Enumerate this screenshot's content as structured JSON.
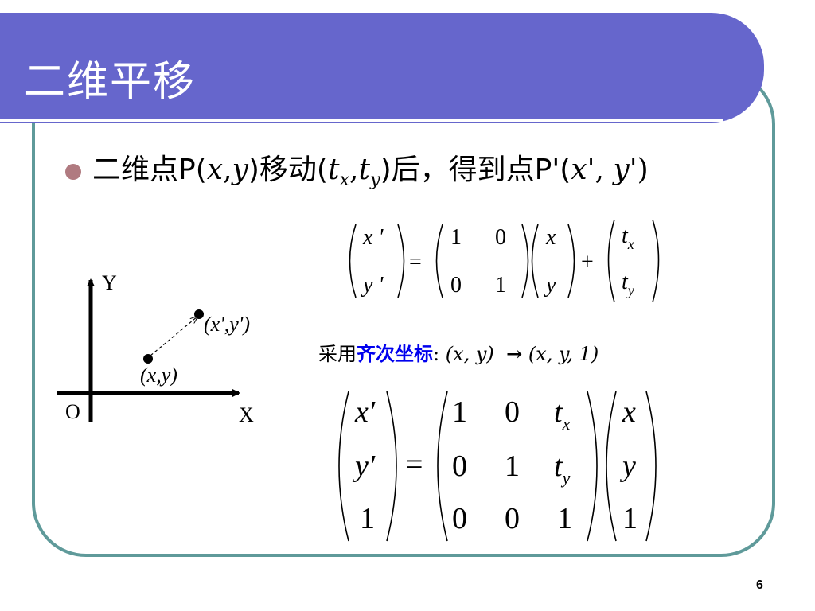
{
  "slide": {
    "title": "二维平移",
    "page_number": "6",
    "bullet": {
      "prefix": "二维点P(",
      "x": "x",
      "comma1": ",",
      "y": "y",
      "mid": ")移动(",
      "t1": "t",
      "sub_x": "x",
      "comma2": ",",
      "t2": "t",
      "sub_y": "y",
      "after": ")后，得到点P'(",
      "xp": "x",
      "sep": "', ",
      "yp": "y",
      "end": "')"
    },
    "diagram": {
      "y_label": "Y",
      "x_label": "X",
      "origin_label": "O",
      "point_label": "(x,y)",
      "moved_point_label": "(x',y')"
    },
    "eq1": {
      "lhs": [
        "x '",
        "y '"
      ],
      "equals": "=",
      "matrix": [
        [
          "1",
          "0"
        ],
        [
          "0",
          "1"
        ]
      ],
      "vec": [
        "x",
        "y"
      ],
      "plus": "+",
      "t_top": "t",
      "t_top_sub": "x",
      "t_bot": "t",
      "t_bot_sub": "y"
    },
    "homogeneous": {
      "prefix": "采用",
      "keyword": "齐次坐标",
      "colon": ": ",
      "from": "(x, y)",
      "arrow": "→",
      "to": "(x, y, 1)"
    },
    "eq2": {
      "lhs": [
        "x′",
        "y′",
        "1"
      ],
      "equals": "=",
      "row1": [
        "1",
        "0"
      ],
      "row2": [
        "0",
        "1"
      ],
      "row3": [
        "0",
        "0",
        "1"
      ],
      "t": "t",
      "t_sub_x": "x",
      "t_sub_y": "y",
      "vec": [
        "x",
        "y",
        "1"
      ]
    },
    "colors": {
      "title_bar": "#6666cc",
      "frame": "#5f9a9a",
      "bullet": "#b07a80",
      "keyword": "#0000ee"
    }
  }
}
